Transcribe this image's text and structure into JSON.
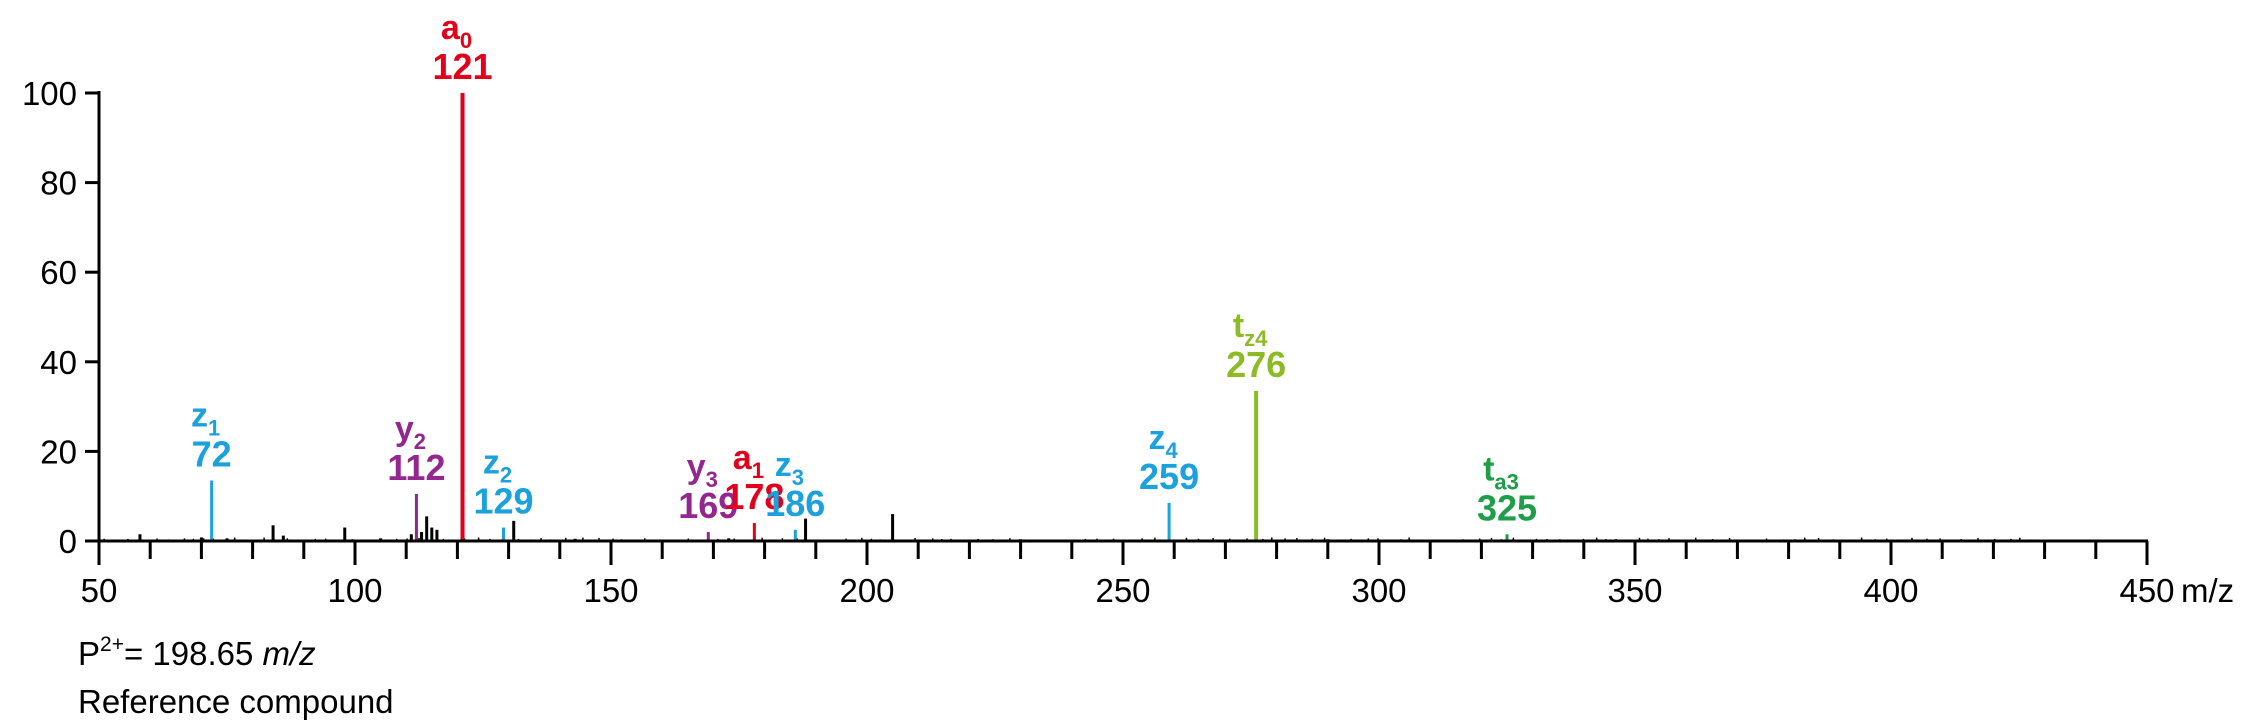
{
  "chart_data": {
    "type": "bar",
    "xlabel": "m/z",
    "xlim": [
      50,
      450
    ],
    "ylim": [
      0,
      100
    ],
    "x_ticks": [
      50,
      100,
      150,
      200,
      250,
      300,
      350,
      400,
      450
    ],
    "y_ticks": [
      0,
      20,
      40,
      60,
      80,
      100
    ],
    "colors": {
      "a": "#e3001b",
      "y": "#93278f",
      "z": "#1ba1dc",
      "tz": "#8dbb25",
      "ta": "#1e9e48",
      "noise": "#000000"
    },
    "labeled_peaks": [
      {
        "ion": "z",
        "sub": "1",
        "label": "72",
        "mz": 72,
        "intensity": 13.5,
        "color": "#1ba1dc"
      },
      {
        "ion": "y",
        "sub": "2",
        "label": "112",
        "mz": 112,
        "intensity": 10.5,
        "color": "#93278f"
      },
      {
        "ion": "a",
        "sub": "0",
        "label": "121",
        "mz": 121,
        "intensity": 100,
        "color": "#e3001b"
      },
      {
        "ion": "z",
        "sub": "2",
        "label": "129",
        "mz": 129,
        "intensity": 3.0,
        "color": "#1ba1dc"
      },
      {
        "ion": "y",
        "sub": "3",
        "label": "169",
        "mz": 169,
        "intensity": 2.0,
        "color": "#93278f"
      },
      {
        "ion": "a",
        "sub": "1",
        "label": "178",
        "mz": 178,
        "intensity": 4.0,
        "color": "#e3001b"
      },
      {
        "ion": "z",
        "sub": "3",
        "label": "186",
        "mz": 186,
        "intensity": 2.5,
        "color": "#1ba1dc"
      },
      {
        "ion": "z",
        "sub": "4",
        "label": "259",
        "mz": 259,
        "intensity": 8.5,
        "color": "#1ba1dc"
      },
      {
        "ion": "t",
        "sub": "z4",
        "label": "276",
        "mz": 276,
        "intensity": 33.5,
        "color": "#8dbb25"
      },
      {
        "ion": "t",
        "sub": "a3",
        "label": "325",
        "mz": 325,
        "intensity": 1.5,
        "color": "#1e9e48"
      }
    ],
    "unlabeled_peaks": [
      {
        "mz": 58,
        "intensity": 1.5
      },
      {
        "mz": 70,
        "intensity": 0.8
      },
      {
        "mz": 75,
        "intensity": 0.6
      },
      {
        "mz": 84,
        "intensity": 3.5
      },
      {
        "mz": 86,
        "intensity": 1.2
      },
      {
        "mz": 98,
        "intensity": 3.0
      },
      {
        "mz": 105,
        "intensity": 0.6
      },
      {
        "mz": 111,
        "intensity": 1.5
      },
      {
        "mz": 113,
        "intensity": 2.0
      },
      {
        "mz": 114,
        "intensity": 5.5
      },
      {
        "mz": 115,
        "intensity": 3.0
      },
      {
        "mz": 116,
        "intensity": 2.5
      },
      {
        "mz": 131,
        "intensity": 4.5
      },
      {
        "mz": 143,
        "intensity": 0.5
      },
      {
        "mz": 173,
        "intensity": 0.6
      },
      {
        "mz": 188,
        "intensity": 5.0
      },
      {
        "mz": 205,
        "intensity": 6.0
      },
      {
        "mz": 230,
        "intensity": 0.4
      },
      {
        "mz": 290,
        "intensity": 0.4
      }
    ]
  },
  "notes": {
    "precursor_prefix": "P",
    "precursor_charge": "2+",
    "precursor_value": "= 198.65 ",
    "precursor_unit": "m/z",
    "compound": "Reference compound"
  }
}
